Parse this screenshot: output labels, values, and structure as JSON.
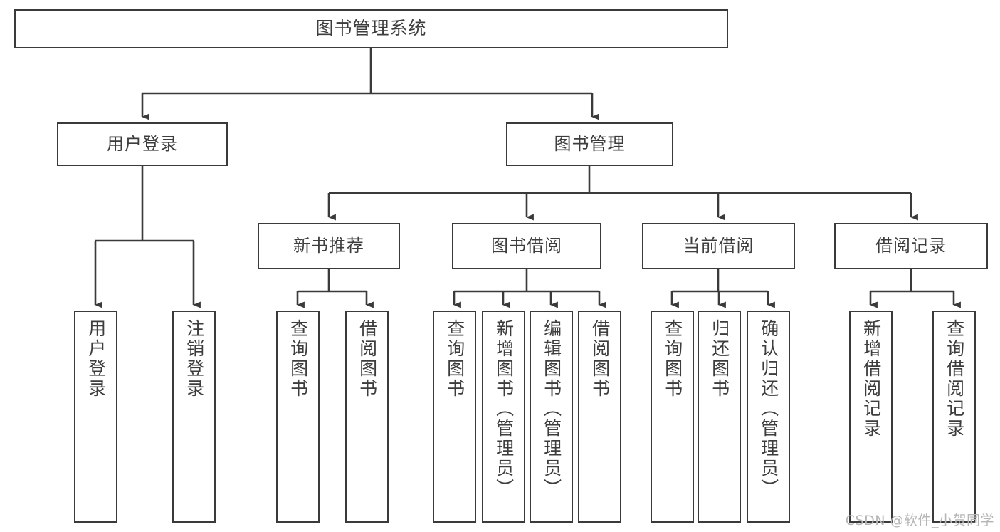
{
  "diagram": {
    "title": "图书管理系统",
    "type": "功能结构图",
    "watermark": "CSDN @软件_小贺同学",
    "colors": {
      "background": "#ffffff",
      "border": "#3a3a3a",
      "text": "#3d3d3d",
      "edge": "#3a3a3a",
      "watermark": "#b6b6b6"
    }
  },
  "nodes": {
    "root": {
      "label": "图书管理系统"
    },
    "level2": [
      {
        "id": "user-login",
        "label": "用户登录"
      },
      {
        "id": "book-management",
        "label": "图书管理"
      }
    ],
    "level3": [
      {
        "id": "new-book-recommend",
        "label": "新书推荐"
      },
      {
        "id": "book-borrow",
        "label": "图书借阅"
      },
      {
        "id": "current-borrow",
        "label": "当前借阅"
      },
      {
        "id": "borrow-record",
        "label": "借阅记录"
      }
    ],
    "leaves": [
      {
        "id": "leaf-user-login",
        "label": "用户登录",
        "parent": "user-login"
      },
      {
        "id": "leaf-logout-login",
        "label": "注销登录",
        "parent": "user-login"
      },
      {
        "id": "leaf-query-book-1",
        "label": "查询图书",
        "parent": "new-book-recommend"
      },
      {
        "id": "leaf-borrow-book-1",
        "label": "借阅图书",
        "parent": "new-book-recommend"
      },
      {
        "id": "leaf-query-book-2",
        "label": "查询图书",
        "parent": "book-borrow"
      },
      {
        "id": "leaf-add-book",
        "label": "新增图书（管理员）",
        "parent": "book-borrow"
      },
      {
        "id": "leaf-edit-book",
        "label": "编辑图书（管理员）",
        "parent": "book-borrow"
      },
      {
        "id": "leaf-borrow-book-2",
        "label": "借阅图书",
        "parent": "book-borrow"
      },
      {
        "id": "leaf-query-book-3",
        "label": "查询图书",
        "parent": "current-borrow"
      },
      {
        "id": "leaf-return-book",
        "label": "归还图书",
        "parent": "current-borrow"
      },
      {
        "id": "leaf-confirm-return",
        "label": "确认归还（管理员）",
        "parent": "current-borrow"
      },
      {
        "id": "leaf-add-record",
        "label": "新增借阅记录",
        "parent": "borrow-record"
      },
      {
        "id": "leaf-query-record",
        "label": "查询借阅记录",
        "parent": "borrow-record"
      }
    ]
  }
}
